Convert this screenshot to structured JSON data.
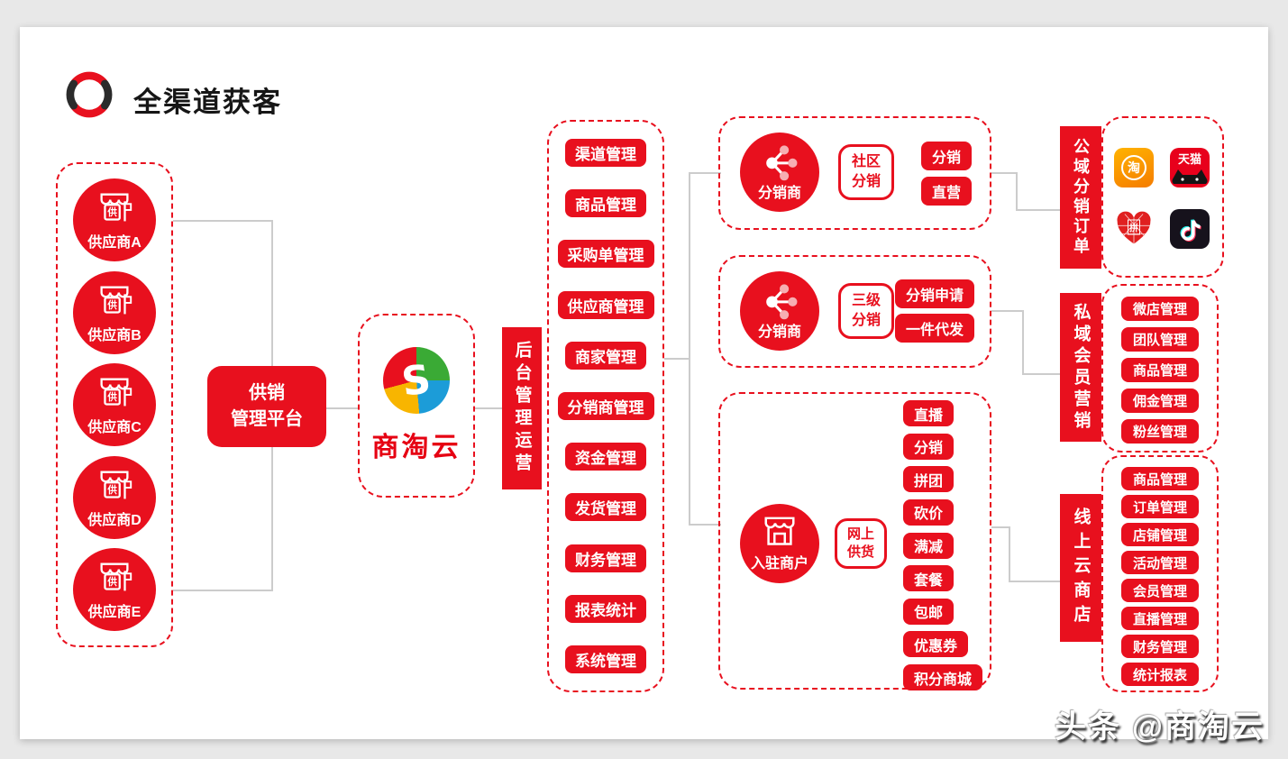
{
  "header": {
    "title": "全渠道获客"
  },
  "colors": {
    "primary_red": "#e8101e",
    "accent_red": "#e60012",
    "line_gray": "#cccccc",
    "background": "#e8e8e8",
    "taobao_orange": "#f57c00",
    "tmall_red": "#e8001c",
    "douyin_black": "#16121c"
  },
  "suppliers": {
    "icon_char": "供",
    "items": [
      "供应商A",
      "供应商B",
      "供应商C",
      "供应商D",
      "供应商E"
    ]
  },
  "platform": {
    "line1": "供销",
    "line2": "管理平台"
  },
  "brand": {
    "name": "商淘云",
    "logo_letter": "S"
  },
  "backend_bar": {
    "label": "后台管理运营"
  },
  "admin_modules": {
    "items": [
      "渠道管理",
      "商品管理",
      "采购单管理",
      "供应商管理",
      "商家管理",
      "分销商管理",
      "资金管理",
      "发货管理",
      "财务管理",
      "报表统计",
      "系统管理"
    ]
  },
  "groups": {
    "community": {
      "actor": "分销商",
      "tag_line1": "社区",
      "tag_line2": "分销",
      "buttons": [
        "分销",
        "直营"
      ]
    },
    "three_level": {
      "actor": "分销商",
      "tag_line1": "三级",
      "tag_line2": "分销",
      "buttons": [
        "分销申请",
        "一件代发"
      ]
    },
    "merchant": {
      "actor": "入驻商户",
      "tag_line1": "网上",
      "tag_line2": "供货",
      "buttons": [
        "直播",
        "分销",
        "拼团",
        "砍价",
        "满减",
        "套餐",
        "包邮",
        "优惠券",
        "积分商城"
      ]
    }
  },
  "public_domain": {
    "bar_label": "公域分销订单",
    "apps": [
      {
        "name": "淘宝",
        "glyph": "淘"
      },
      {
        "name": "天猫",
        "glyph": "天猫"
      },
      {
        "name": "拼多多",
        "glyph": "拼"
      },
      {
        "name": "抖音",
        "glyph": "♪"
      }
    ]
  },
  "private_domain": {
    "bar_label": "私域会员营销",
    "buttons": [
      "微店管理",
      "团队管理",
      "商品管理",
      "佣金管理",
      "粉丝管理"
    ]
  },
  "online_store": {
    "bar_label": "线上云商店",
    "buttons": [
      "商品管理",
      "订单管理",
      "店铺管理",
      "活动管理",
      "会员管理",
      "直播管理",
      "财务管理",
      "统计报表"
    ]
  },
  "watermark": {
    "text": "头条 @商淘云"
  }
}
